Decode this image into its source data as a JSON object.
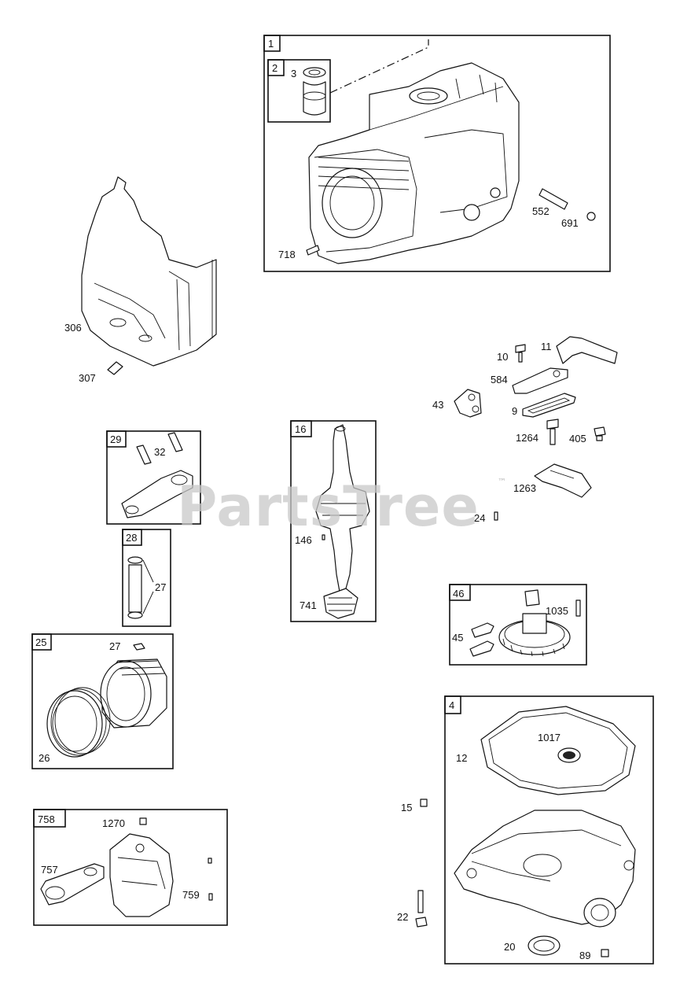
{
  "watermark": {
    "text": "PartsTree",
    "trademark": "™"
  },
  "boxes": [
    {
      "id": "1"
    },
    {
      "id": "2"
    },
    {
      "id": "16"
    },
    {
      "id": "29"
    },
    {
      "id": "28"
    },
    {
      "id": "25"
    },
    {
      "id": "46"
    },
    {
      "id": "758"
    },
    {
      "id": "4"
    }
  ],
  "callouts": [
    "3",
    "552",
    "691",
    "718",
    "306",
    "307",
    "10",
    "11",
    "584",
    "43",
    "9",
    "1264",
    "405",
    "1263",
    "24",
    "32",
    "146",
    "741",
    "27",
    "27",
    "26",
    "1035",
    "45",
    "1270",
    "757",
    "759",
    "1017",
    "12",
    "15",
    "22",
    "20",
    "89"
  ]
}
